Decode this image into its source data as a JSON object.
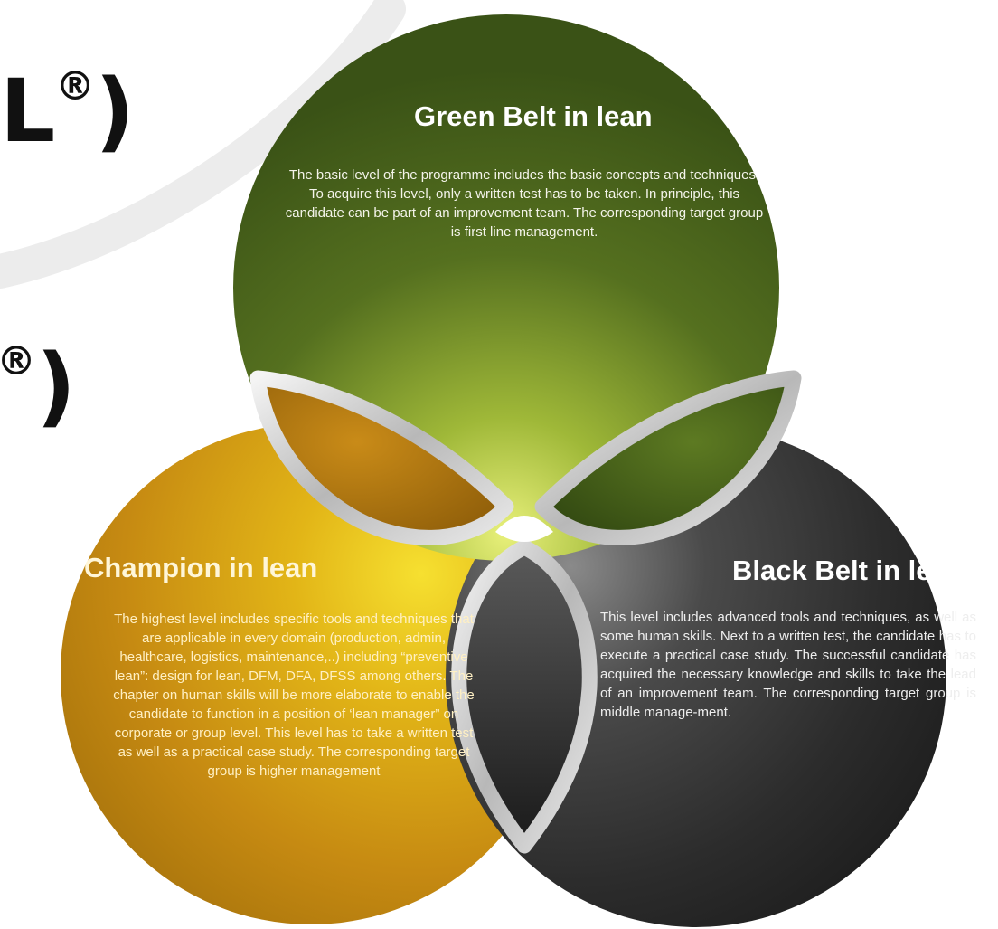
{
  "fragments": {
    "top_line": "L",
    "registered_mark": "®",
    "closing_paren": ")",
    "mid_line_end": ")"
  },
  "circles": {
    "green": {
      "title": "Green Belt in lean",
      "text": "The basic level of the programme includes the basic concepts and techniques. To acquire this level, only a written test has to be taken. In principle, this candidate can be part of an improvement team. The corresponding target group is first line management.",
      "color": "#4f6a1e"
    },
    "champion": {
      "title": "Champion in lean",
      "text": "The highest level includes specific tools and techniques that are applicable in every domain (production, admin, healthcare, logistics, maintenance,..) including “preventive lean”: design for lean, DFM, DFA, DFSS among others. The chapter on human skills will be more elaborate to enable the candidate to function in a position of ‘lean manager” on corporate or group level. This level has to take a written test as well as a practical case study. The corresponding target group is higher management",
      "color": "#c98a10"
    },
    "black": {
      "title": "Black Belt in lean",
      "text": "This level includes advanced tools and techniques, as well as some human skills. Next to a written test, the candidate has to execute a practical case study. The successful candidate has acquired the necessary knowledge and skills to take the lead of an improvement team. The corresponding target group is middle manage-ment.",
      "color": "#2a2a2a"
    }
  },
  "colors": {
    "ring_silver": "#d8d8d8",
    "center_glow": "#e6f070",
    "background_arc": "#eeeeee"
  }
}
